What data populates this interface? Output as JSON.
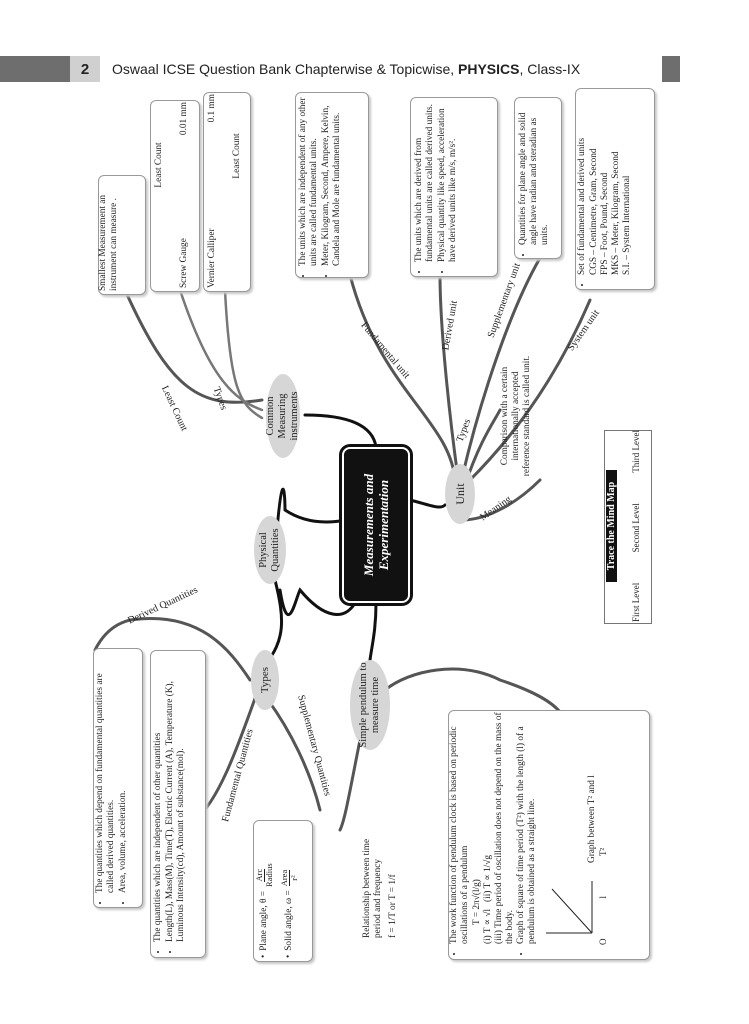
{
  "header": {
    "page_number": "2",
    "title_prefix": "Oswaal ICSE Question Bank Chapterwise & Topicwise,",
    "subject": "PHYSICS",
    "title_suffix": ", Class-IX"
  },
  "center": {
    "line1": "Measurements and",
    "line2": "Experimentation"
  },
  "nodes": {
    "common_measuring": "Common Measuring instruments",
    "physical_quantities": "Physical Quantities",
    "unit": "Unit",
    "types_pq": "Types",
    "simple_pendulum": "Simple pendulum to measure time"
  },
  "branch_labels": {
    "least_count": "Least Count",
    "types_cmi": "Types",
    "fundamental_unit": "Fundamental unit",
    "derived_unit": "Derived unit",
    "supplementary_unit": "Supplementary unit",
    "system_unit": "System unit",
    "types_unit": "Types",
    "meaning": "Meaning",
    "derived_quantities": "Derived Quantities",
    "fundamental_quantities": "Fundamental Quantities",
    "supplementary_quantities": "Supplementary Quantities"
  },
  "boxes": {
    "least_count_def": "Smallest Measurement an instrument can measure .",
    "screw_gauge": {
      "name": "Screw Gauge",
      "col_head": "Least Count",
      "value": "0.01 mm"
    },
    "vernier": {
      "name": "Vernier Calliper",
      "col_head": "Least Count",
      "value": "0.1 mm"
    },
    "fundamental_units": [
      "The units which are independent of any other units are called fundamental units.",
      "Meter, Kilogram, Second, Ampere, Kelvin, Candela and Mole are fundamental units."
    ],
    "derived_units": [
      "The units which are derived from fundamental units are called derived units.",
      "Physical quantity like speed, acceleration have derived units like m/s, m/s²."
    ],
    "supplementary_units": [
      "Quantities for plane angle and solid angle have radian and steradian as units."
    ],
    "system_units": [
      "Set of fundamental and derived units",
      "CGS – Centimetre, Gram, Second",
      "FPS – Foot, Pound, Second",
      "MKS – Meter, Kilogram, Second",
      "S.I. – System International"
    ],
    "unit_meaning": "Comparison with a certain internationally accepted reference standard is called unit.",
    "derived_quantities": [
      "The quantities which depend on fundamental quantities are called derived quantities.",
      "Area, volume, acceleration."
    ],
    "fundamental_quantities": [
      "The quantities which are independent of other quantities",
      "Length(L), Mass(M), Time(T), Electric Current (A), Temperature (K), Luminous Intensity(cd), Amount of substance(mol)."
    ],
    "supplementary_quantities": {
      "plane_prefix": "Plane angle, θ =",
      "plane_num": "Arc",
      "plane_den": "Radius",
      "solid_prefix": "Solid angle, ω =",
      "solid_num": "Area",
      "solid_den": "r²"
    },
    "pendulum": {
      "intro": "The work function of pendulum clock is based on periodic oscillations of a pendulum",
      "formula": "T = 2π√(l/g)",
      "prop1": "(i) T ∝ √l",
      "prop2": "(ii) T ∝ 1/√g",
      "prop3": "(iii) Time period of oscillation does not depend on the mass of the body.",
      "graph_note": "Graph of square of time period (T²) with the length (l) of a pendulum is obtained as a straight line.",
      "graph_caption": "Graph between T² and l",
      "axis_y": "T²",
      "axis_x": "l",
      "origin": "O"
    },
    "relationship": {
      "title": "Relationship between time period and frequency",
      "formula": "f = 1/T or T = 1/f"
    }
  },
  "trace": {
    "title": "Trace the Mind Map",
    "first": "First Level",
    "second": "Second Level",
    "third": "Third Level"
  }
}
